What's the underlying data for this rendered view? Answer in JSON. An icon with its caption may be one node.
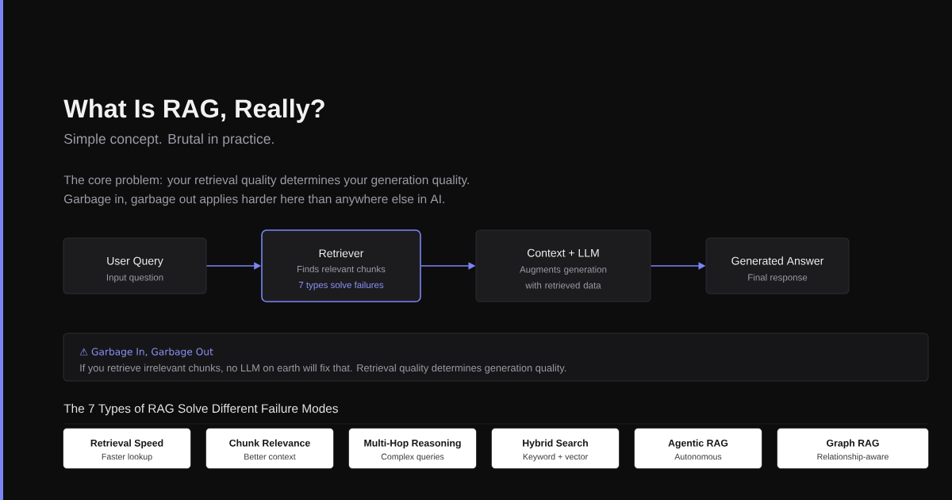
{
  "diagram": {
    "title": "What Is RAG, Really?",
    "nodes": [
      {
        "text": [
          "User Query",
          "Input question"
        ]
      },
      {
        "text": [
          "Retriever",
          "Finds relevant chunks",
          "7 types solve failures"
        ]
      },
      {
        "text": [
          "Context + LLM",
          "Augments generation with retrieved data"
        ]
      },
      {
        "text": [
          "Generated Answer",
          "Final response"
        ]
      },
      {
        "text": [
          "⚠ Garbage In, Garbage Out",
          "If you retrieve irrelevant chunks, no LLM on earth will fix that. Retrieval quality determines generation quality."
        ]
      },
      {
        "text": [
          "Retrieval Speed",
          "Faster lookup"
        ]
      },
      {
        "text": [
          "Chunk Relevance",
          "Better context"
        ]
      },
      {
        "text": [
          "Multi-Hop Reasoning",
          "Complex queries"
        ]
      },
      {
        "text": [
          "Hybrid Search",
          "Keyword + vector"
        ]
      },
      {
        "text": [
          "Agentic RAG",
          "Autonomous"
        ]
      },
      {
        "text": [
          "Graph RAG",
          "Relationship-aware"
        ]
      }
    ],
    "edges": [
      {
        "from": 0,
        "to": 1,
        "arrow": "to"
      },
      {
        "from": 1,
        "to": 2,
        "arrow": "to"
      },
      {
        "from": 2,
        "to": 3,
        "arrow": "to"
      }
    ],
    "labels": [
      "Simple concept. Brutal in practice.",
      "The core problem: your retrieval quality determines your generation quality.",
      "Garbage in, garbage out applies harder here than anywhere else in AI.",
      "The 7 Types of RAG Solve Different Failure Modes"
    ]
  }
}
